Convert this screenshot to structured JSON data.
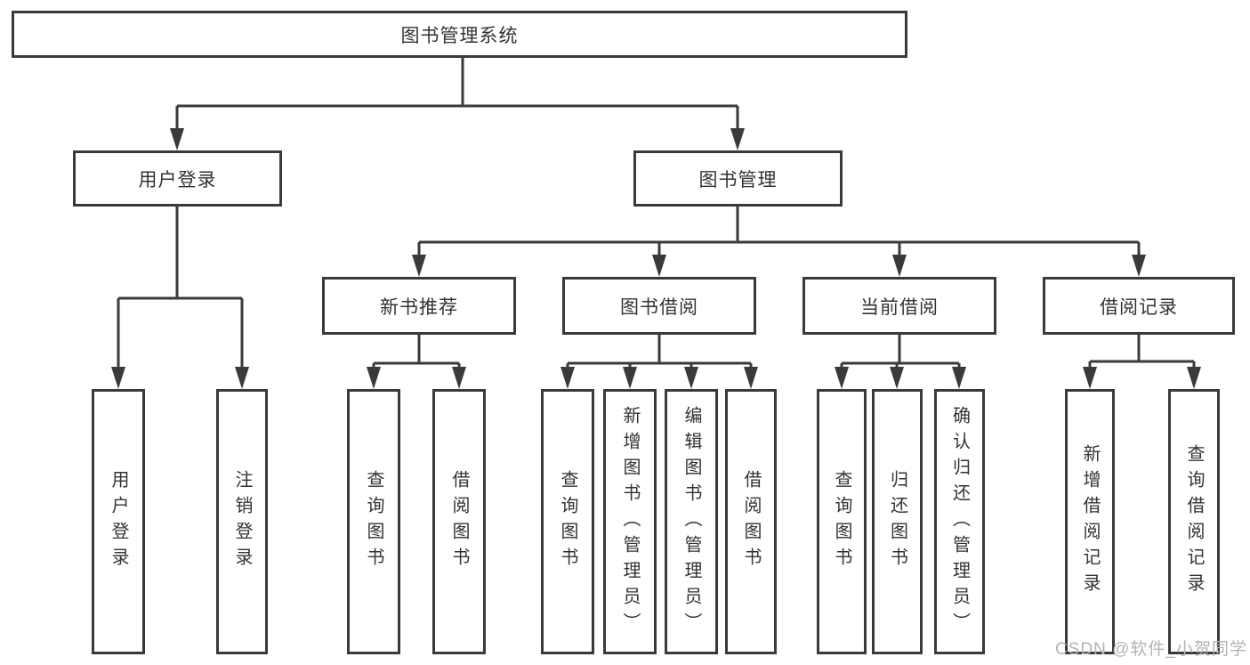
{
  "tree": {
    "label": "图书管理系统",
    "children": [
      {
        "label": "用户登录",
        "children": [
          {
            "label": "用户登录"
          },
          {
            "label": "注销登录"
          }
        ]
      },
      {
        "label": "图书管理",
        "children": [
          {
            "label": "新书推荐",
            "children": [
              {
                "label": "查询图书"
              },
              {
                "label": "借阅图书"
              }
            ]
          },
          {
            "label": "图书借阅",
            "children": [
              {
                "label": "查询图书"
              },
              {
                "label": "新增图书（管理员）"
              },
              {
                "label": "编辑图书（管理员）"
              },
              {
                "label": "借阅图书"
              }
            ]
          },
          {
            "label": "当前借阅",
            "children": [
              {
                "label": "查询图书"
              },
              {
                "label": "归还图书"
              },
              {
                "label": "确认归还（管理员）"
              }
            ]
          },
          {
            "label": "借阅记录",
            "children": [
              {
                "label": "新增借阅记录"
              },
              {
                "label": "查询借阅记录"
              }
            ]
          }
        ]
      }
    ]
  },
  "watermark": {
    "text": "CSDN @软件_小贺同学"
  },
  "colors": {
    "line": "#3a3a3a",
    "box_border": "#3a3a3a",
    "text": "#333333",
    "background": "#ffffff",
    "watermark": "#b3b3b3"
  }
}
